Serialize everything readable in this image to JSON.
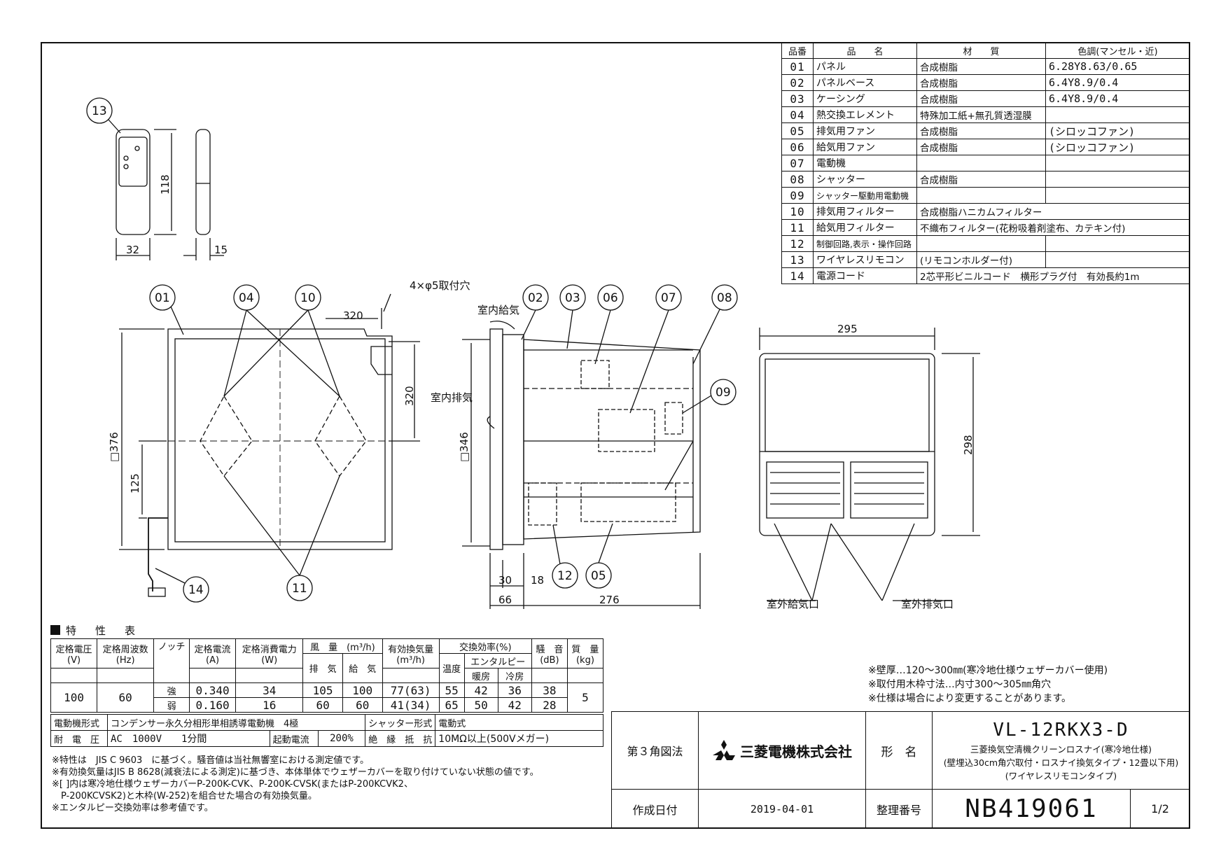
{
  "parts_table": {
    "headers": [
      "品番",
      "品　　名",
      "材　　質",
      "色調(マンセル・近)"
    ],
    "rows": [
      {
        "no": "01",
        "name": "パネル",
        "material": "合成樹脂",
        "color": "6.28Y8.63/0.65"
      },
      {
        "no": "02",
        "name": "パネルベース",
        "material": "合成樹脂",
        "color": "6.4Y8.9/0.4"
      },
      {
        "no": "03",
        "name": "ケーシング",
        "material": "合成樹脂",
        "color": "6.4Y8.9/0.4"
      },
      {
        "no": "04",
        "name": "熱交換エレメント",
        "material": "特殊加工紙+無孔質透湿膜",
        "color": ""
      },
      {
        "no": "05",
        "name": "排気用ファン",
        "material": "合成樹脂",
        "color": "(シロッコファン)"
      },
      {
        "no": "06",
        "name": "給気用ファン",
        "material": "合成樹脂",
        "color": "(シロッコファン)"
      },
      {
        "no": "07",
        "name": "電動機",
        "material": "",
        "color": ""
      },
      {
        "no": "08",
        "name": "シャッター",
        "material": "合成樹脂",
        "color": ""
      },
      {
        "no": "09",
        "name": "シャッター駆動用電動機",
        "material": "",
        "color": ""
      },
      {
        "no": "10",
        "name": "排気用フィルター",
        "material": "合成樹脂ハニカムフィルター",
        "color": ""
      },
      {
        "no": "11",
        "name": "給気用フィルター",
        "material": "不織布フィルター(花粉吸着剤塗布、カテキン付)",
        "color": ""
      },
      {
        "no": "12",
        "name": "制御回路,表示・操作回路",
        "material": "",
        "color": ""
      },
      {
        "no": "13",
        "name": "ワイヤレスリモコン",
        "material": "(リモコンホルダー付)",
        "color": ""
      },
      {
        "no": "14",
        "name": "電源コード",
        "material": "2芯平形ビニルコード　横形プラグ付　有効長約1m",
        "color": ""
      }
    ]
  },
  "drawing_labels": {
    "dim_32": "32",
    "dim_15": "15",
    "dim_118": "118",
    "dim_320a": "320",
    "dim_320b": "320",
    "dim_376": "□376",
    "dim_125": "125",
    "mount_holes": "4×φ5取付穴",
    "indoor_supply": "室内給気",
    "indoor_exhaust": "室内排気",
    "dim_346": "□346",
    "dim_30": "30",
    "dim_18": "18",
    "dim_66": "66",
    "dim_276": "276",
    "dim_295": "295",
    "dim_298": "298",
    "outdoor_supply": "室外給気口",
    "outdoor_exhaust": "室外排気口"
  },
  "callouts": [
    "13",
    "01",
    "04",
    "10",
    "02",
    "03",
    "06",
    "07",
    "08",
    "09",
    "14",
    "11",
    "12",
    "05"
  ],
  "spec": {
    "title": "特　性　表",
    "h": {
      "voltage": "定格電圧",
      "voltage_u": "(V)",
      "freq": "定格周波数",
      "freq_u": "(Hz)",
      "notch": "ノッチ",
      "current": "定格電流",
      "current_u": "(A)",
      "power": "定格消費電力",
      "power_u": "(W)",
      "airflow": "風　量　(m³/h)",
      "exhaust": "排　気",
      "supply": "給　気",
      "eff": "有効換気量",
      "eff_u": "(m³/h)",
      "xchg": "交換効率(%)",
      "temp": "温度",
      "enthalpy": "エンタルピー",
      "heating": "暖房",
      "cooling": "冷房",
      "noise": "騒　音",
      "noise_u": "(dB)",
      "mass": "質　量",
      "mass_u": "(kg)"
    },
    "voltage": "100",
    "freq": "60",
    "mass": "5",
    "rows": [
      {
        "notch": "強",
        "current": "0.340",
        "power": "34",
        "exhaust": "105",
        "supply": "100",
        "eff": "77(63)",
        "temp": "55",
        "heat": "42",
        "cool": "36",
        "noise": "38"
      },
      {
        "notch": "弱",
        "current": "0.160",
        "power": "16",
        "exhaust": "60",
        "supply": "60",
        "eff": "41(34)",
        "temp": "65",
        "heat": "50",
        "cool": "42",
        "noise": "28"
      }
    ],
    "motor_label": "電動機形式",
    "motor": "コンデンサー永久分相形単相誘導電動機　4極",
    "shutter_label": "シャッター形式",
    "shutter": "電動式",
    "withstand_label": "耐　電　圧",
    "withstand": "AC　1000V　　1分間",
    "inrush_label": "起動電流",
    "inrush": "200%",
    "insulation_label": "絶　縁　抵　抗",
    "insulation": "10MΩ以上(500Vメガー)"
  },
  "notes": [
    "※特性は　JIS C 9603　に基づく。騒音値は当社無響室における測定値です。",
    "※有効換気量はJIS B 8628(減衰法による測定)に基づき、本体単体でウェザーカバーを取り付けていない状態の値です。",
    "※[ ]内は寒冷地仕様ウェザーカバーP-200K-CVK、P-200K-CVSK(またはP-200KCVK2、",
    "　P-200KCVSK2)と木枠(W-252)を組合せた場合の有効換気量。",
    "※エンタルピー交換効率は参考値です。"
  ],
  "right_notes": [
    "※壁厚…120～300㎜(寒冷地仕様ウェザーカバー使用)",
    "※取付用木枠寸法…内寸300～305㎜角穴",
    "※仕様は場合により変更することがあります。"
  ],
  "title_block": {
    "projection": "第３角図法",
    "company": "三菱電機株式会社",
    "model_label": "形　名",
    "model": "VL-12RKX3-D",
    "desc1": "三菱換気空清機クリーンロスナイ(寒冷地仕様)",
    "desc2": "(壁埋込30cm角穴取付・ロスナイ換気タイプ・12畳以下用)",
    "desc3": "(ワイヤレスリモコンタイプ)",
    "date_label": "作成日付",
    "date": "2019-04-01",
    "number_label": "整理番号",
    "number": "NB419061",
    "page": "1/2"
  }
}
